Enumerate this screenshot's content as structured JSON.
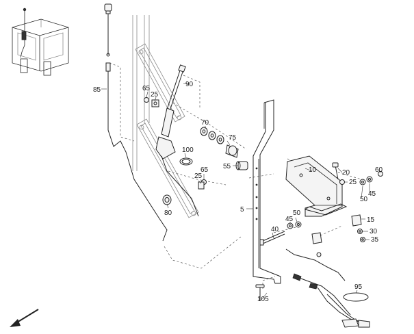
{
  "callouts": {
    "c5": "5",
    "c10": "10",
    "c15": "15",
    "c20": "20",
    "c25a": "25",
    "c25b": "25",
    "c25c": "25",
    "c30": "30",
    "c35": "35",
    "c40": "40",
    "c45a": "45",
    "c45b": "45",
    "c50a": "50",
    "c50b": "50",
    "c55": "55",
    "c60": "60",
    "c65a": "65",
    "c65b": "65",
    "c70": "70",
    "c75": "75",
    "c80": "80",
    "c85": "85",
    "c90": "90",
    "c95": "95",
    "c100": "100",
    "c105": "105"
  }
}
